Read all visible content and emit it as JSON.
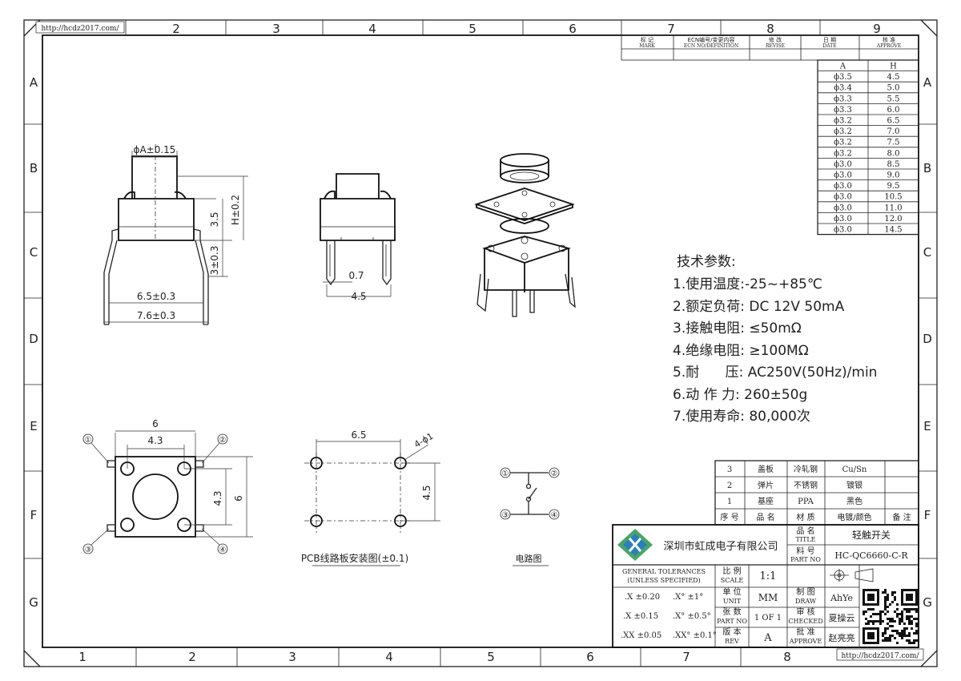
{
  "border": {
    "url_top": "http://hcdz2017.com/",
    "url_bottom": "http://hcdz2017.com/",
    "cols_top": [
      "2",
      "3",
      "4",
      "5",
      "6",
      "7",
      "8",
      "9"
    ],
    "cols_bottom": [
      "1",
      "2",
      "3",
      "4",
      "5",
      "6",
      "7",
      "8"
    ],
    "rows": [
      "A",
      "B",
      "C",
      "D",
      "E",
      "F",
      "G"
    ]
  },
  "revision": {
    "mark": "标 记",
    "mark_en": "MARK",
    "ecn": "ECN编号/变更内容",
    "ecn_en": "ECN NO/DEFINITION",
    "revise": "修 改",
    "revise_en": "REVISE",
    "date": "日 期",
    "date_en": "DATE",
    "approve": "核 准",
    "approve_en": "APPROVE"
  },
  "size_table": {
    "headers": [
      "A",
      "H"
    ],
    "rows": [
      [
        "ϕ3.5",
        "4.5"
      ],
      [
        "ϕ3.4",
        "5.0"
      ],
      [
        "ϕ3.3",
        "5.5"
      ],
      [
        "ϕ3.3",
        "6.0"
      ],
      [
        "ϕ3.2",
        "6.5"
      ],
      [
        "ϕ3.2",
        "7.0"
      ],
      [
        "ϕ3.2",
        "7.5"
      ],
      [
        "ϕ3.2",
        "8.0"
      ],
      [
        "ϕ3.0",
        "8.5"
      ],
      [
        "ϕ3.0",
        "9.0"
      ],
      [
        "ϕ3.0",
        "9.5"
      ],
      [
        "ϕ3.0",
        "10.5"
      ],
      [
        "ϕ3.0",
        "11.0"
      ],
      [
        "ϕ3.0",
        "12.0"
      ],
      [
        "ϕ3.0",
        "14.5"
      ]
    ]
  },
  "specs": {
    "title": "技术参数:",
    "items": [
      "1.使用温度:-25~+85℃",
      "2.额定负荷: DC 12V 50mA",
      "3.接触电阻: ≤50mΩ",
      "4.绝缘电阻: ≥100MΩ",
      "5.耐      压: AC250V(50Hz)/min",
      "6.动 作 力: 260±50g",
      "7.使用寿命: 80,000次"
    ]
  },
  "dims": {
    "front": {
      "phiA": "ϕA±0.15",
      "h35": "3.5",
      "h": "H±0.2",
      "lead": "3±0.3",
      "w65": "6.5±0.3",
      "w76": "7.6±0.3"
    },
    "side": {
      "d07": "0.7",
      "d45": "4.5"
    },
    "top": {
      "w6": "6",
      "w43": "4.3",
      "h43": "4.3",
      "h6": "6",
      "p1": "①",
      "p2": "②",
      "p3": "③",
      "p4": "④"
    },
    "pcb": {
      "w65": "6.5",
      "hole": "4-ϕ1",
      "h45": "4.5",
      "caption": "PCB线路板安装图(±0.1)"
    },
    "circuit": {
      "p1": "①",
      "p2": "②",
      "p3": "③",
      "p4": "④",
      "caption": "电路图"
    }
  },
  "bom": {
    "rows": [
      [
        "3",
        "盖板",
        "冷轧钢",
        "Cu/Sn",
        ""
      ],
      [
        "2",
        "弹片",
        "不锈钢",
        "镀银",
        ""
      ],
      [
        "1",
        "基座",
        "PPA",
        "黑色",
        ""
      ]
    ],
    "header": [
      "序 号",
      "品 名",
      "材 质",
      "电镀/颜色",
      "备 注"
    ]
  },
  "title_block": {
    "company": "深圳市虹成电子有限公司",
    "name_label": "品 名",
    "name_en": "TITLE",
    "name": "轻触开关",
    "part_label": "料 号",
    "part_en": "PART NO",
    "part": "HC-QC6660-C-R",
    "tol1": "GENERAL TOLERANCES",
    "tol2": "(UNLESS SPECIFIED)",
    "scale_label": "比 例",
    "scale_en": "SCALE",
    "scale": "1:1",
    "unit_label": "单 位",
    "unit_en": "UNIT",
    "unit": "MM",
    "sheet_label": "张 数",
    "sheet_en": "PART NO",
    "sheet": "1 OF 1",
    "rev_label": "版 本",
    "rev_en": "REV",
    "rev": "A",
    "draw_label": "制 图",
    "draw_en": "DRAW",
    "draw": "AhYe",
    "check_label": "审 核",
    "check_en": "CHECKED",
    "check": "夏操云",
    "approve_label": "批 准",
    "approve_en": "APPROVE",
    "approve": "赵亮亮",
    "t1a": ".X  ±0.20",
    "t1b": ".X°  ±1°",
    "t2a": ".X   ±0.15",
    "t2b": ".X°  ±0.5°",
    "t3a": ".XX  ±0.05",
    "t3b": ".XX°  ±0.1°"
  }
}
